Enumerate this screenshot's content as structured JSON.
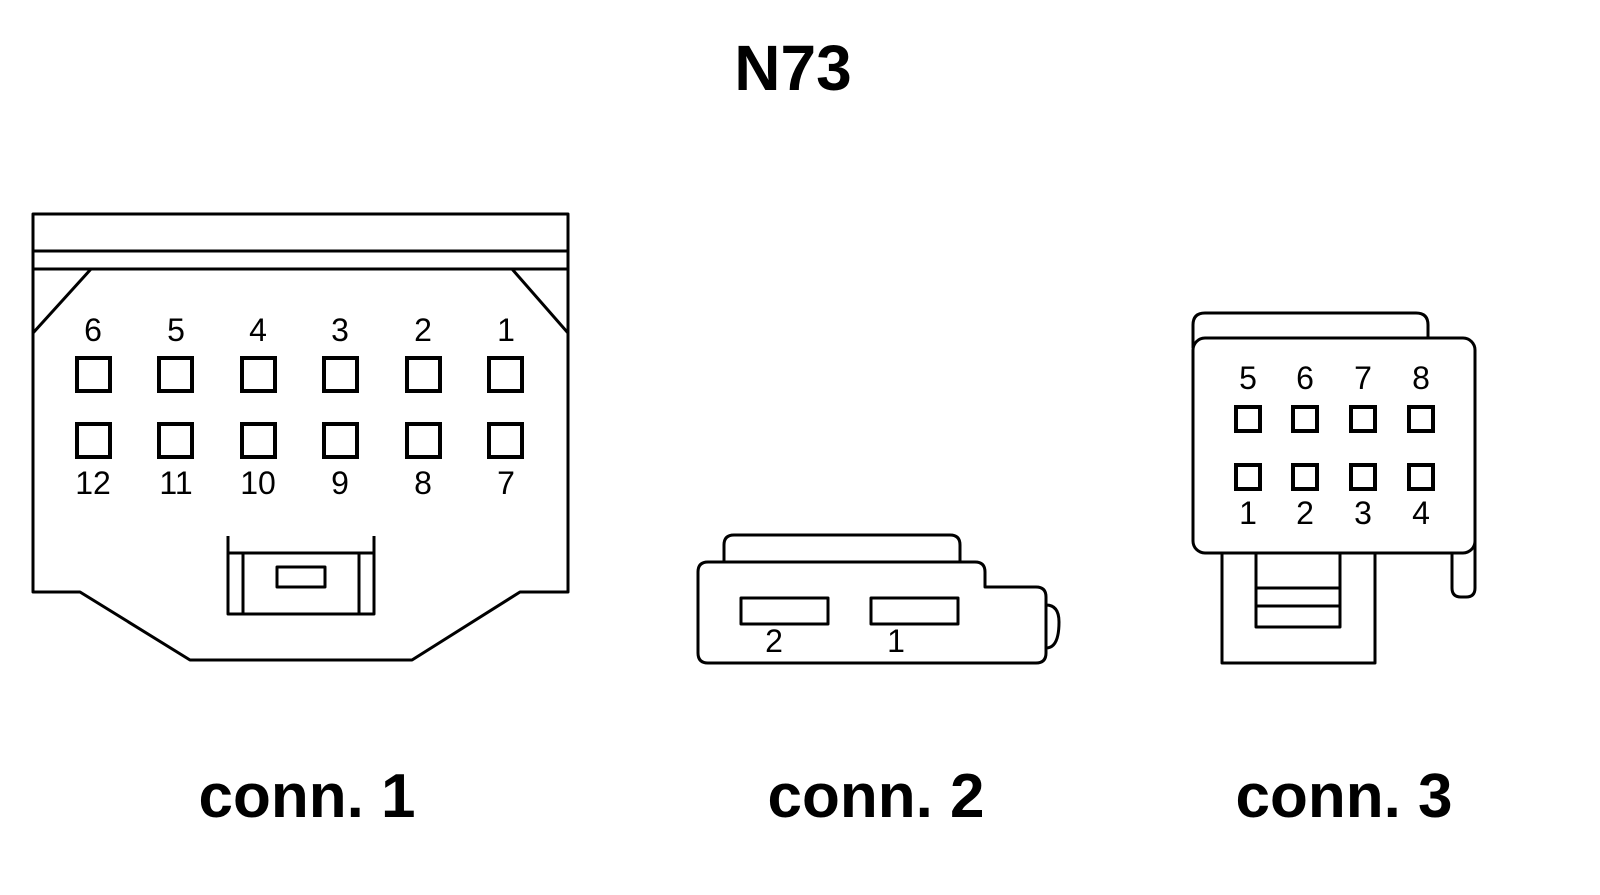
{
  "title": "N73",
  "connectors": [
    {
      "caption": "conn. 1",
      "top_row_pins": [
        "6",
        "5",
        "4",
        "3",
        "2",
        "1"
      ],
      "bottom_row_pins": [
        "12",
        "11",
        "10",
        "9",
        "8",
        "7"
      ]
    },
    {
      "caption": "conn. 2",
      "pins": [
        "2",
        "1"
      ]
    },
    {
      "caption": "conn. 3",
      "top_row_pins": [
        "5",
        "6",
        "7",
        "8"
      ],
      "bottom_row_pins": [
        "1",
        "2",
        "3",
        "4"
      ]
    }
  ]
}
